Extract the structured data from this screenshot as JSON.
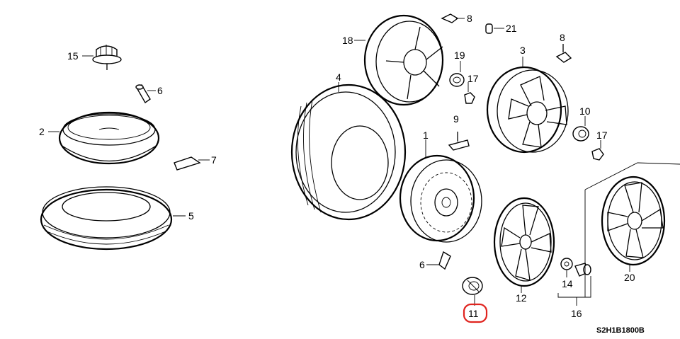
{
  "diagram": {
    "code": "S2H1B1800B",
    "highlight_color": "#e0241f",
    "highlighted_part": "11",
    "callouts": {
      "p1": "1",
      "p2": "2",
      "p3": "3",
      "p4": "4",
      "p5": "5",
      "p6a": "6",
      "p6b": "6",
      "p7": "7",
      "p8a": "8",
      "p8b": "8",
      "p9": "9",
      "p10": "10",
      "p11": "11",
      "p12": "12",
      "p14": "14",
      "p15": "15",
      "p16": "16",
      "p17a": "17",
      "p17b": "17",
      "p18": "18",
      "p19": "19",
      "p20": "20",
      "p21": "21"
    }
  }
}
